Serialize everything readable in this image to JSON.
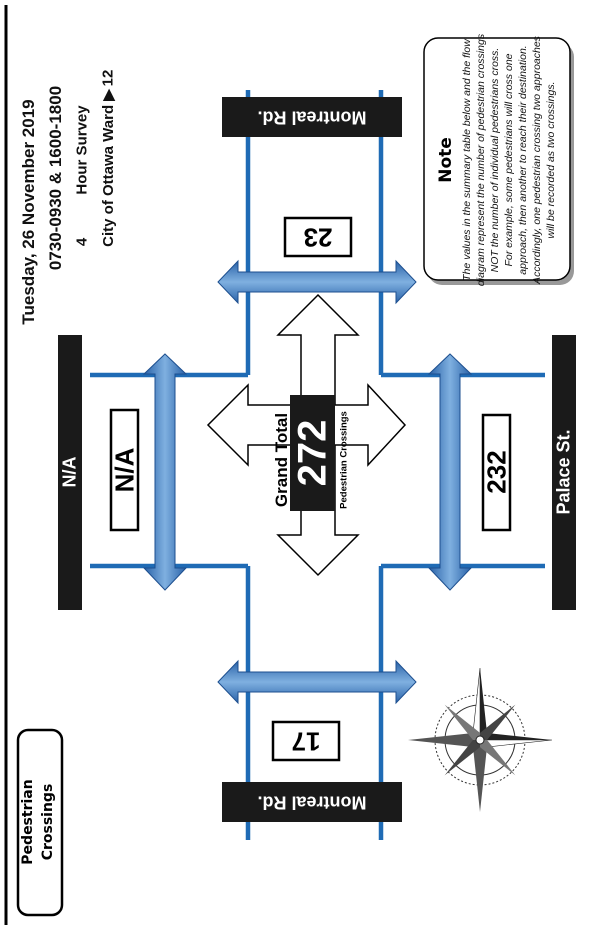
{
  "title": {
    "line1": "Pedestrian",
    "line2": "Crossings"
  },
  "header": {
    "date": "Tuesday, 26 November 2019",
    "times": "0730-0930 & 1600-1800",
    "survey_hours": "4",
    "survey_label": "Hour Survey",
    "ward_label": "City of Ottawa Ward ▶",
    "ward_number": "12"
  },
  "streets": {
    "north": "Montreal Rd.",
    "south": "Montreal Rd.",
    "west": "N/A",
    "east": "Palace St."
  },
  "counts": {
    "north": "23",
    "south": "17",
    "west": "N/A",
    "east": "232"
  },
  "grand_total": {
    "label": "Grand Total",
    "value": "272",
    "sublabel": "Pedestrian Crossings"
  },
  "note": {
    "heading": "Note",
    "lines": [
      "The values in the summary table below and the flow",
      "diagram represent the number of pedestrian crossings",
      "NOT the number of individual pedestrians cross.",
      "For example, some pedestrians will cross one",
      "approach, then another to reach their destination.",
      "Accordingly, one pedestrian crossing two approaches",
      "will be recorded as two crossings."
    ]
  },
  "compass": {
    "icon": "compass-rose-icon"
  },
  "colors": {
    "road": "#1f6bb5",
    "arrow": "#3d7fc4",
    "block": "#1a1a1a"
  }
}
